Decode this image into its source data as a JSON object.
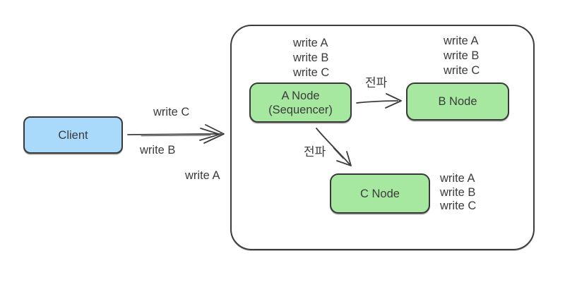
{
  "colors": {
    "background": "#ffffff",
    "client_blue": "#a9d9fb",
    "node_green": "#a7e8a1",
    "stroke": "#3d3d3d",
    "text": "#3b3b3b"
  },
  "client": {
    "label": "Client"
  },
  "client_arrow": {
    "label_top": "write C",
    "label_bottom": "write B",
    "label_below": "write A"
  },
  "cluster": {
    "a_node": {
      "title": "A Node",
      "subtitle": "(Sequencer)",
      "log": [
        "write A",
        "write B",
        "write C"
      ]
    },
    "b_node": {
      "title": "B Node",
      "log": [
        "write A",
        "write B",
        "write C"
      ]
    },
    "c_node": {
      "title": "C Node",
      "log": [
        "write A",
        "write B",
        "write C"
      ]
    },
    "arrow_ab_label": "전파",
    "arrow_ac_label": "전파"
  }
}
